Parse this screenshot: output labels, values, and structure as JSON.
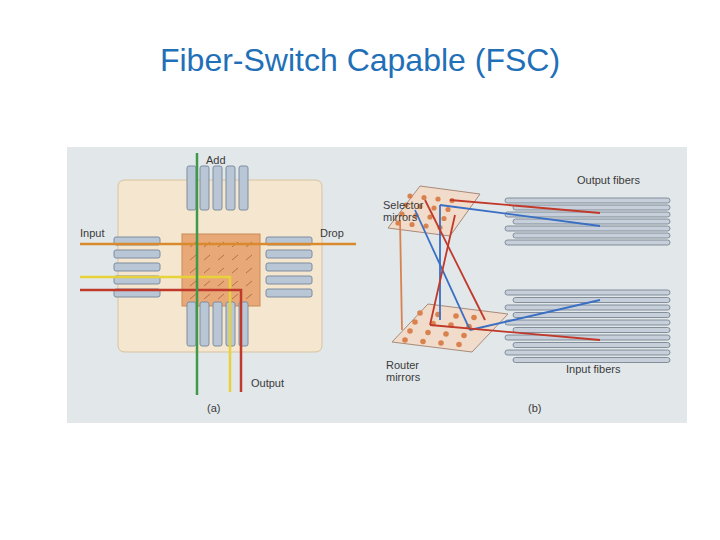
{
  "diagram": {
    "title": "Fiber-Switch Capable (FSC)",
    "labels": [
      "Add",
      "Input",
      "Drop",
      "Output",
      "(a)",
      "Selector mirrors",
      "Output fibers",
      "Router mirrors",
      "Input fibers",
      "(b)"
    ]
  }
}
